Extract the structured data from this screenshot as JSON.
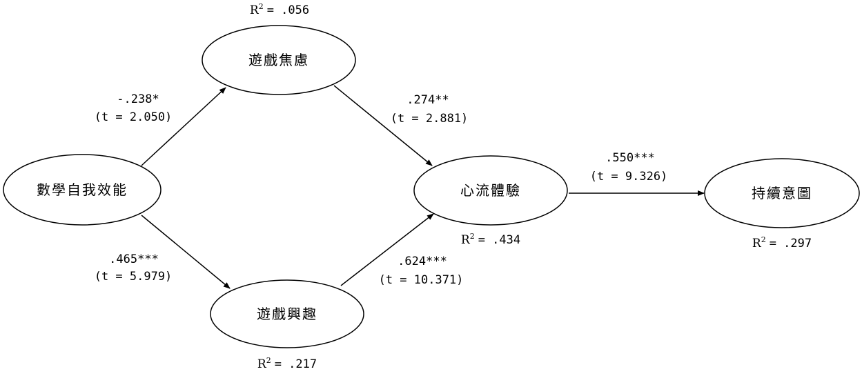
{
  "nodes": {
    "self_efficacy": {
      "label": "數學自我效能"
    },
    "game_anxiety": {
      "label": "遊戲焦慮",
      "r2": "= .056"
    },
    "game_interest": {
      "label": "遊戲興趣",
      "r2": "= .217"
    },
    "flow_experience": {
      "label": "心流體驗",
      "r2": "= .434"
    },
    "continuance_intention": {
      "label": "持續意圖",
      "r2": "= .297"
    }
  },
  "r2_symbol": {
    "letter": "R",
    "superscript": "2"
  },
  "paths": {
    "efficacy_to_anxiety": {
      "coef": "-.238*",
      "t": "(t = 2.050)"
    },
    "efficacy_to_interest": {
      "coef": ".465***",
      "t": "(t = 5.979)"
    },
    "anxiety_to_flow": {
      "coef": ".274**",
      "t": "(t = 2.881)"
    },
    "interest_to_flow": {
      "coef": ".624***",
      "t": "(t = 10.371)"
    },
    "flow_to_intention": {
      "coef": ".550***",
      "t": "(t = 9.326)"
    }
  },
  "colors": {
    "stroke": "#000000",
    "background": "#ffffff",
    "text": "#000000"
  }
}
